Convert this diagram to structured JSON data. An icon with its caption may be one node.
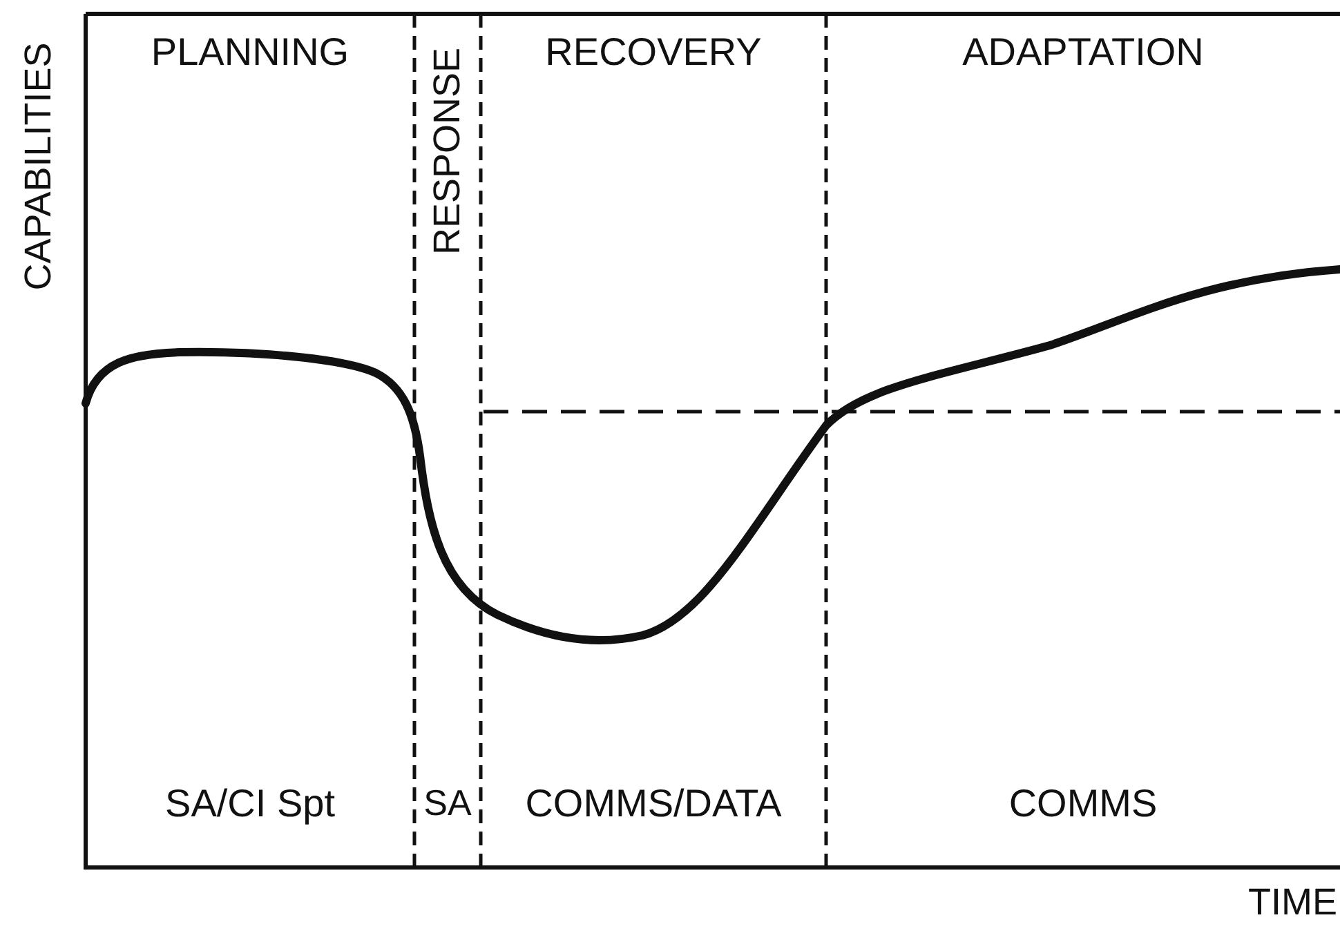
{
  "diagram": {
    "nodes": [
      {
        "text": [
          "PLANNING",
          "SA/CI Spt"
        ]
      },
      {
        "text": [
          "RESPONSE",
          "SA"
        ]
      },
      {
        "text": [
          "RECOVERY",
          "COMMS/DATA"
        ]
      },
      {
        "text": [
          "ADAPTATION",
          "COMMS"
        ]
      }
    ],
    "labels": [
      "CAPABILITIES",
      "TIME"
    ]
  }
}
